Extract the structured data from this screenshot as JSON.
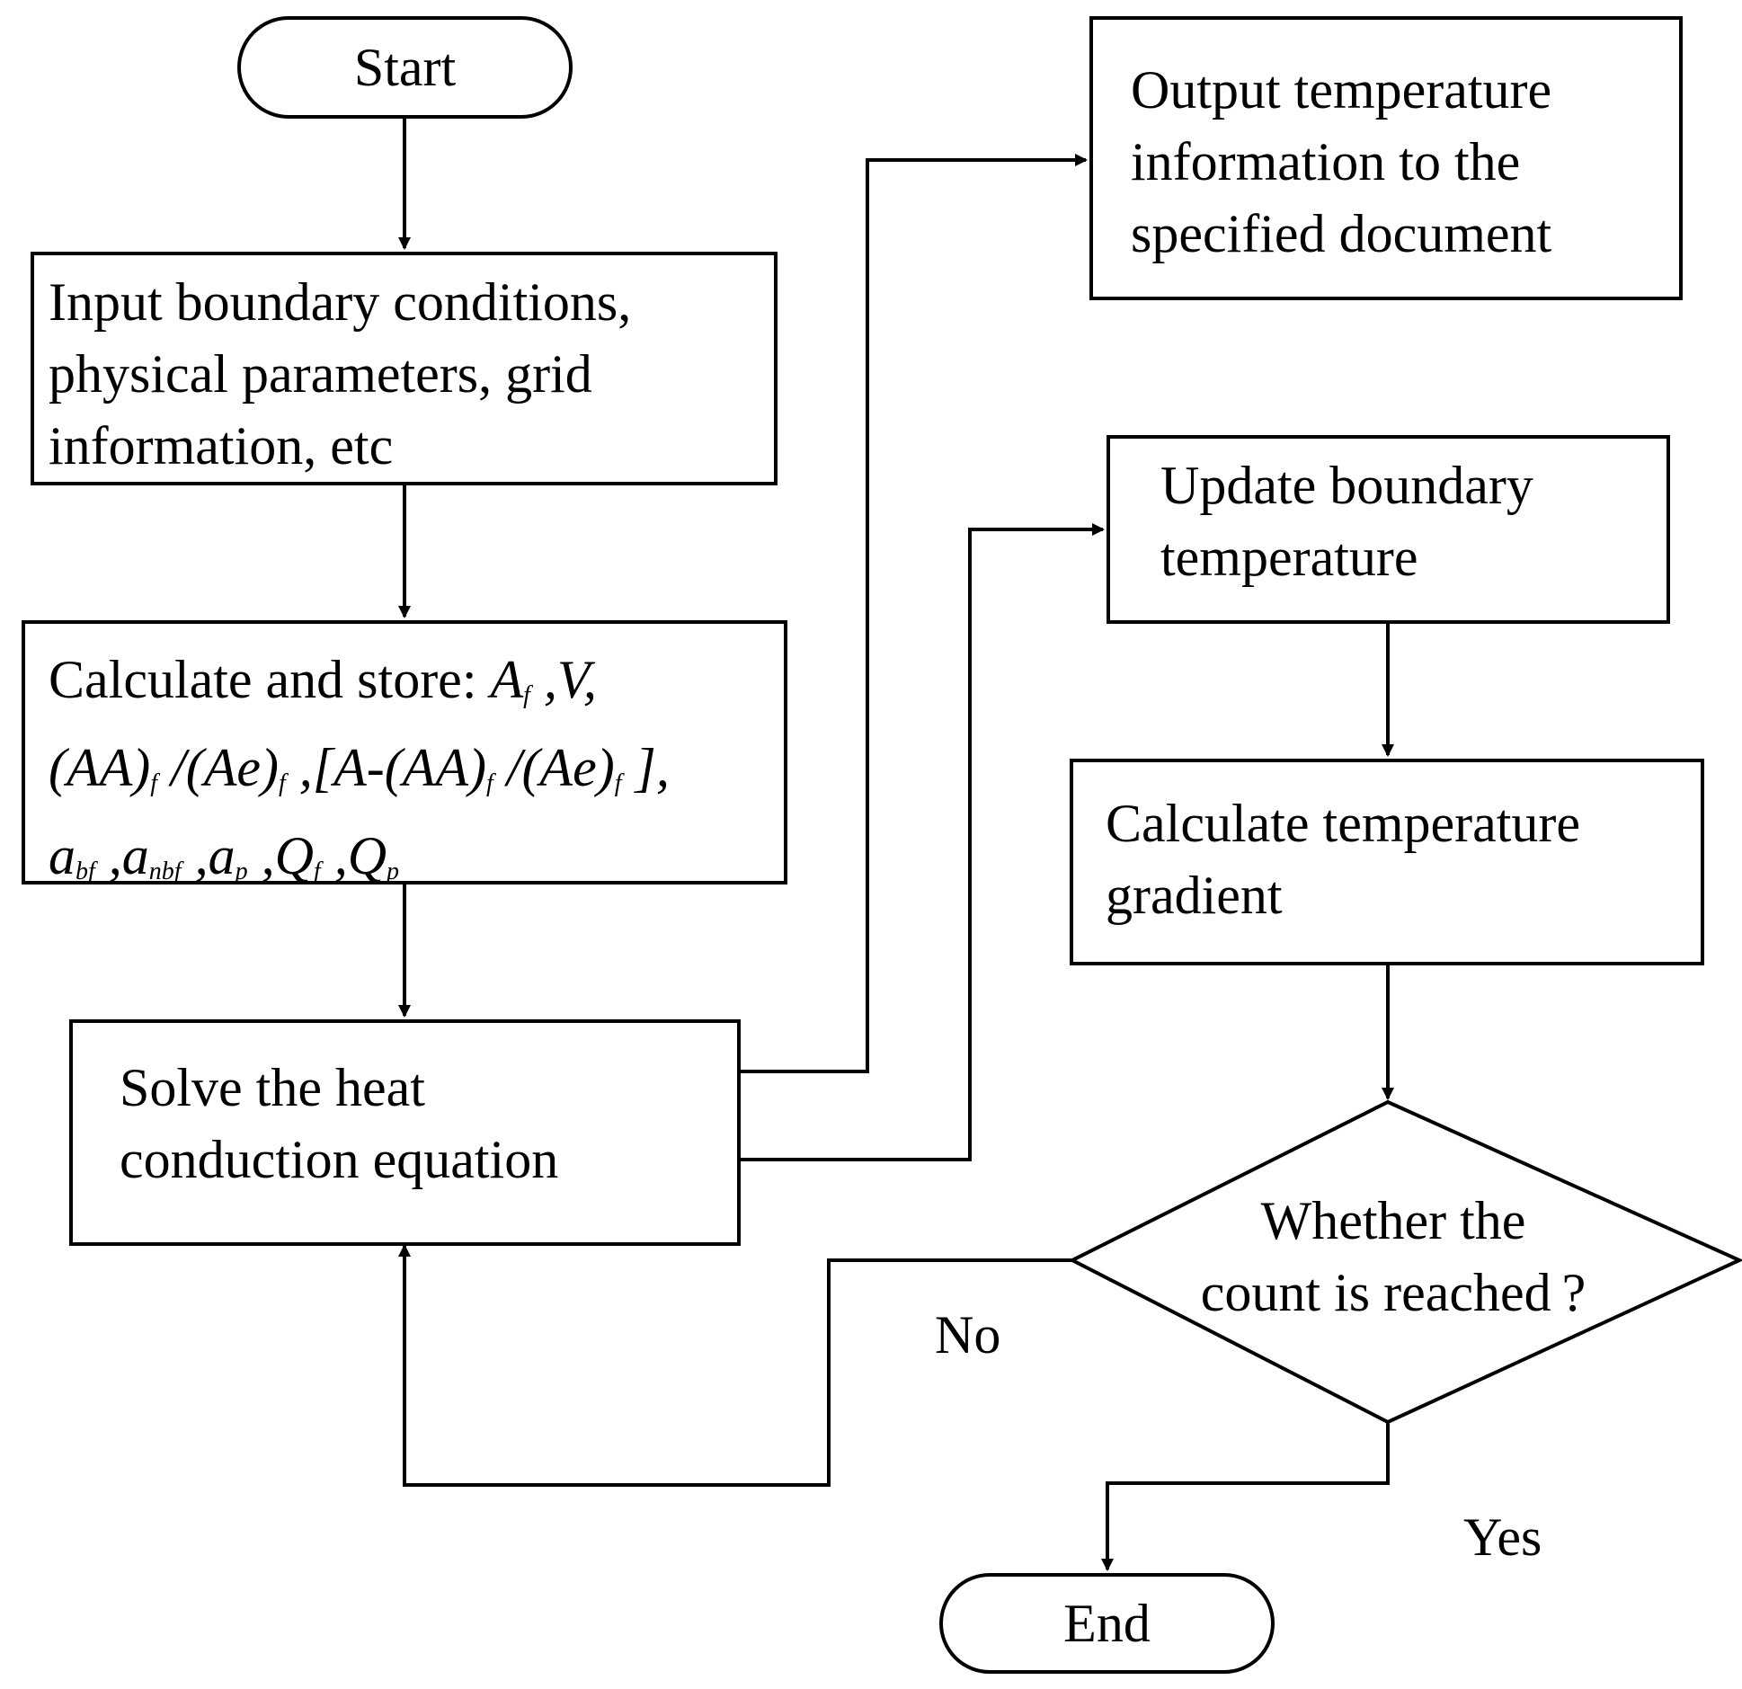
{
  "nodes": {
    "start": "Start",
    "input": [
      "Input  boundary conditions,",
      "physical parameters, grid",
      "information, etc"
    ],
    "calc_store": {
      "prefix": "Calculate and store: ",
      "line1_math": [
        "A",
        "f",
        " ,V,"
      ],
      "line2_math": [
        "(AA)",
        "f",
        " /(Ae)",
        "f",
        " ,[A-(AA)",
        "f",
        " /(Ae)",
        "f",
        " ],"
      ],
      "line3_math": [
        "a",
        "bf",
        " ,a",
        "nbf",
        " ,a",
        "p",
        " ,Q",
        "f",
        " ,Q",
        "p"
      ]
    },
    "solve": [
      "Solve the heat",
      "conduction equation"
    ],
    "output": [
      "Output temperature",
      "information to the",
      "specified document"
    ],
    "update": [
      "Update boundary",
      "temperature"
    ],
    "gradient": [
      "Calculate temperature",
      "gradient"
    ],
    "decision": [
      "Whether the",
      "count is reached ?"
    ],
    "end": "End"
  },
  "edge_labels": {
    "no": "No",
    "yes": "Yes"
  }
}
